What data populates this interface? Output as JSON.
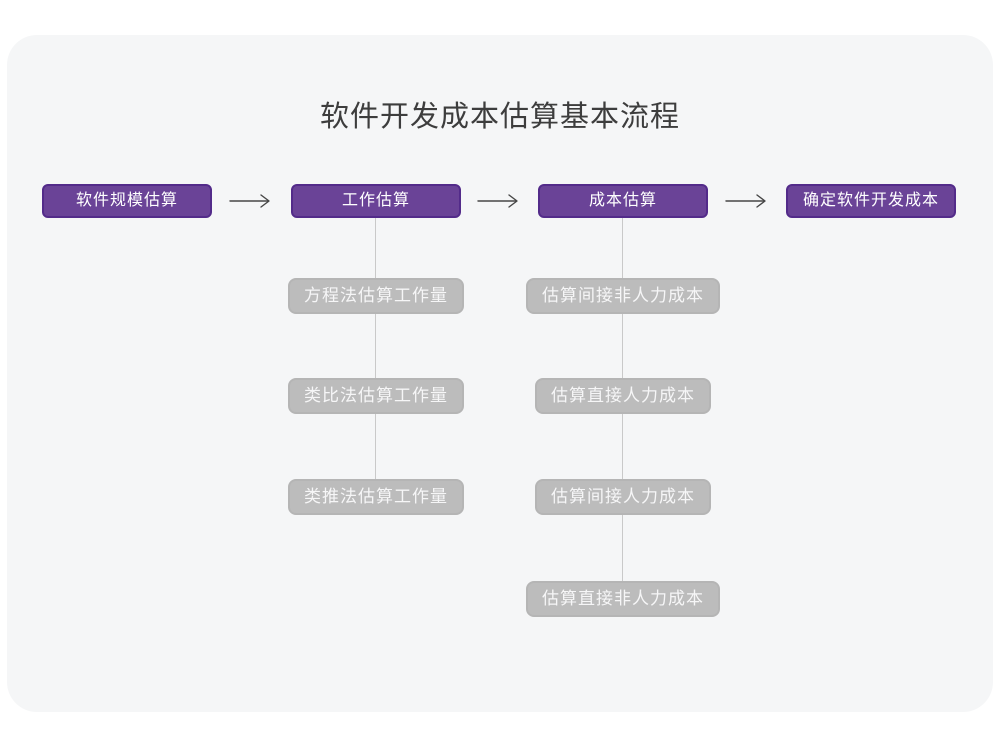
{
  "title": "软件开发成本估算基本流程",
  "flow": {
    "main_steps": [
      {
        "label": "软件规模估算"
      },
      {
        "label": "工作估算"
      },
      {
        "label": "成本估算"
      },
      {
        "label": "确定软件开发成本"
      }
    ],
    "work_substeps": [
      {
        "label": "方程法估算工作量"
      },
      {
        "label": "类比法估算工作量"
      },
      {
        "label": "类推法估算工作量"
      }
    ],
    "cost_substeps": [
      {
        "label": "估算间接非人力成本"
      },
      {
        "label": "估算直接人力成本"
      },
      {
        "label": "估算间接人力成本"
      },
      {
        "label": "估算直接非人力成本"
      }
    ]
  },
  "colors": {
    "page_background": "#FFFFFF",
    "card_background": "#F5F6F7",
    "primary_box_fill": "#6A4397",
    "primary_box_border": "#532B8A",
    "primary_box_text": "#FFFFFF",
    "substep_box_fill": "#BCBCBC",
    "substep_box_border": "#B5B5B5",
    "substep_box_text": "#F6F6F7",
    "connector_line": "#C9C9C9",
    "arrow": "#464646",
    "title_text": "#3D3D3D"
  }
}
